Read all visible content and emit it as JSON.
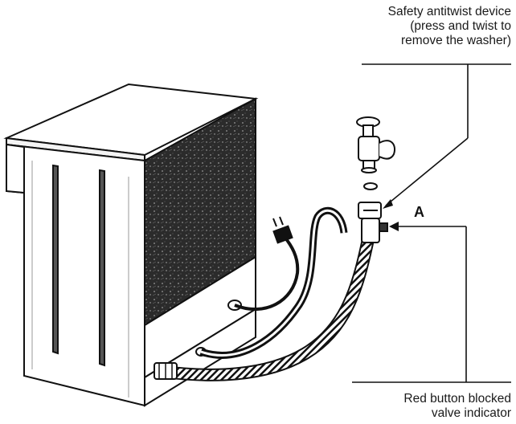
{
  "callouts": {
    "top": {
      "lines": [
        "Safety antitwist device",
        "(press and twist to",
        "remove the washer)"
      ]
    },
    "bottom": {
      "lines": [
        "Red button blocked",
        "valve indicator"
      ]
    },
    "marker": "A"
  },
  "colors": {
    "ink": "#111111",
    "background": "#ffffff",
    "dark_panel": "#2a2a2a"
  }
}
